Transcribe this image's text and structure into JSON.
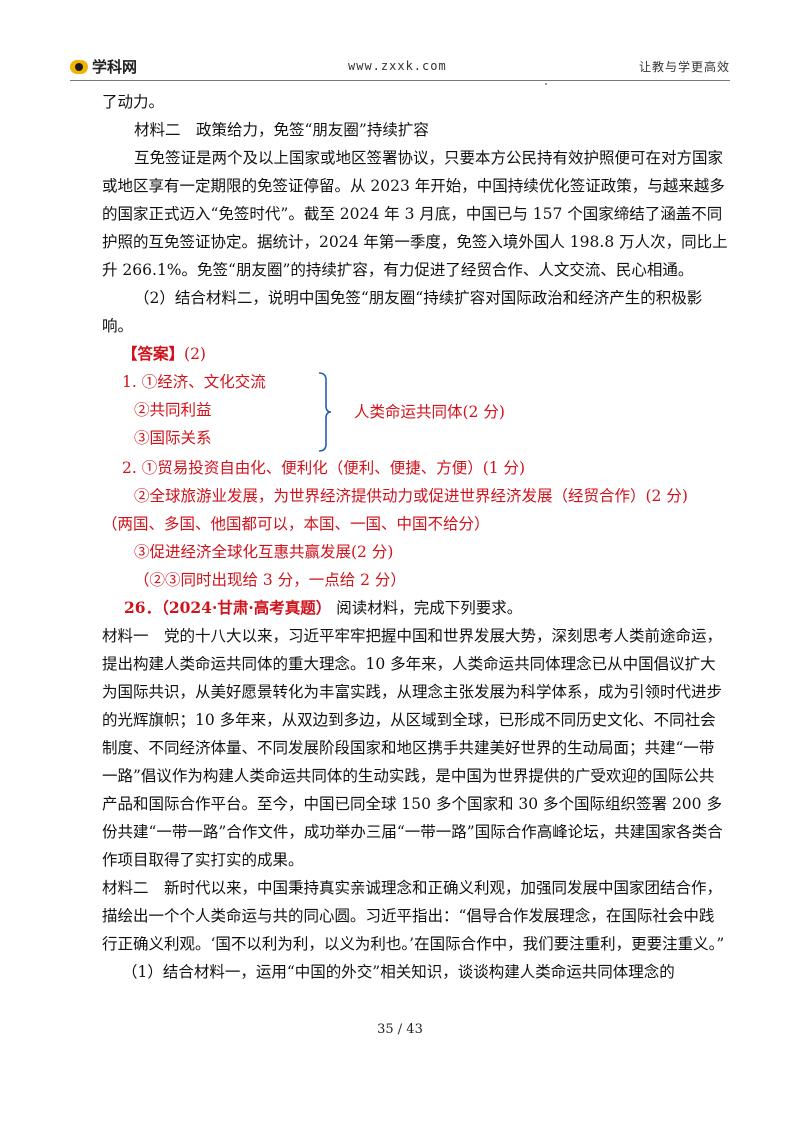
{
  "header": {
    "logo_text": "学科网",
    "url": "www.zxxk.com",
    "slogan": "让教与学更高效"
  },
  "body": {
    "line_cont": "了动力。",
    "mat2_title": "材料二　政策给力，免签“朋友圈”持续扩容",
    "mat2_para1": "互免签证是两个及以上国家或地区签署协议，只要本方公民持有效护照便可在对方国家或地区享有一定期限的免签证停留。从 2023 年开始，中国持续优化签证政策，与越来越多的国家正式迈入“免签时代”。截至 2024 年 3 月底，中国已与 157 个国家缔结了涵盖不同护照的互免签证协定。据统计，2024 年第一季度，免签入境外国人 198.8 万人次，同比上升 266.1%。免签“朋友圈”的持续扩容，有力促进了经贸合作、人文交流、民心相通。",
    "question2": "（2）结合材料二，说明中国免签“朋友圈“持续扩容对国际政治和经济产生的积极影响。",
    "answer_label": "【答案】",
    "answer_num": "(2)",
    "ans1_line1": "1. ①经济、文化交流",
    "ans1_line2": "②共同利益",
    "ans1_line3": "③国际关系",
    "ans1_brace_text": "人类命运共同体(2 分)",
    "ans2_line1": "2. ①贸易投资自由化、便利化（便利、便捷、方便）(1 分)",
    "ans2_line2": "②全球旅游业发展，为世界经济提供动力或促进世界经济发展（经贸合作）(2 分)",
    "ans2_line3": "（两国、多国、他国都可以，本国、一国、中国不给分）",
    "ans2_line4": "③促进经济全球化互惠共赢发展(2 分)",
    "ans2_line5": "（②③同时出现给 3 分，一点给 2 分）",
    "q26_num": "26．",
    "q26_source": "（2024·甘肃·高考真题）",
    "q26_prompt": "阅读材料，完成下列要求。",
    "q26_mat1": "材料一　党的十八大以来，习近平牢牢把握中国和世界发展大势，深刻思考人类前途命运，提出构建人类命运共同体的重大理念。10 多年来，人类命运共同体理念已从中国倡议扩大为国际共识，从美好愿景转化为丰富实践，从理念主张发展为科学体系，成为引领时代进步的光辉旗帜；10 多年来，从双边到多边，从区域到全球，已形成不同历史文化、不同社会制度、不同经济体量、不同发展阶段国家和地区携手共建美好世界的生动局面；共建“一带一路”倡议作为构建人类命运共同体的生动实践，是中国为世界提供的广受欢迎的国际公共产品和国际合作平台。至今，中国已同全球 150 多个国家和 30 多个国际组织签署 200 多份共建“一带一路”合作文件，成功举办三届“一带一路”国际合作高峰论坛，共建国家各类合作项目取得了实打实的成果。",
    "q26_mat2": "材料二　新时代以来，中国秉持真实亲诚理念和正确义利观，加强同发展中国家团结合作，描绘出一个个人类命运与共的同心圆。习近平指出：“倡导合作发展理念，在国际社会中践行正确义利观。‘国不以利为利，以义为利也。’在国际合作中，我们要注重利，更要注重义。”",
    "q26_question1": "（1）结合材料一，运用“中国的外交”相关知识，谈谈构建人类命运共同体理念的"
  },
  "footer": {
    "page": "35 / 43"
  },
  "colors": {
    "answer_red": "#d0121b",
    "brace_blue": "#2a5db0"
  }
}
